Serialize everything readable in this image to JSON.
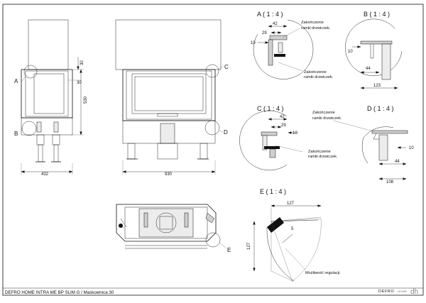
{
  "views": {
    "front_left": {
      "dims": {
        "height": "530",
        "width": "432",
        "top_a": "30",
        "top_b": "30"
      },
      "letters": {
        "a": "A",
        "b": "B"
      }
    },
    "front_main": {
      "dims": {
        "width": "930"
      },
      "letters": {
        "c": "C",
        "d": "D"
      }
    },
    "plan": {
      "letters": {
        "e": "E"
      }
    }
  },
  "details": {
    "A": {
      "title": "A ( 1 : 4 )",
      "dims": [
        "42",
        "29",
        "10"
      ],
      "notes": [
        "Zakończenie ramki drzwiczek.",
        "Zakończenie ramki drzwiczek."
      ]
    },
    "B": {
      "title": "B ( 1 : 4 )",
      "dims": [
        "10",
        "44",
        "123"
      ],
      "notes": []
    },
    "C": {
      "title": "C ( 1 : 4 )",
      "dims": [
        "42",
        "29",
        "10"
      ],
      "notes": [
        "Zakończenie ramki drzwiczek.",
        "Zakończenie ramki drzwiczek."
      ]
    },
    "D": {
      "title": "D ( 1 : 4 )",
      "dims": [
        "10",
        "44",
        "108"
      ],
      "notes": []
    },
    "E": {
      "title": "E ( 1 : 4 )",
      "dims": [
        "127",
        "127",
        "5"
      ],
      "notes": [
        "Możliwość regulacji."
      ]
    }
  },
  "footer": {
    "caption": "DEFRO HOME INTRA ME BP SLIM G / Maskownica 30",
    "brand": "DEFRO",
    "brand_sub": "HOME",
    "brand_mark": "dh"
  }
}
